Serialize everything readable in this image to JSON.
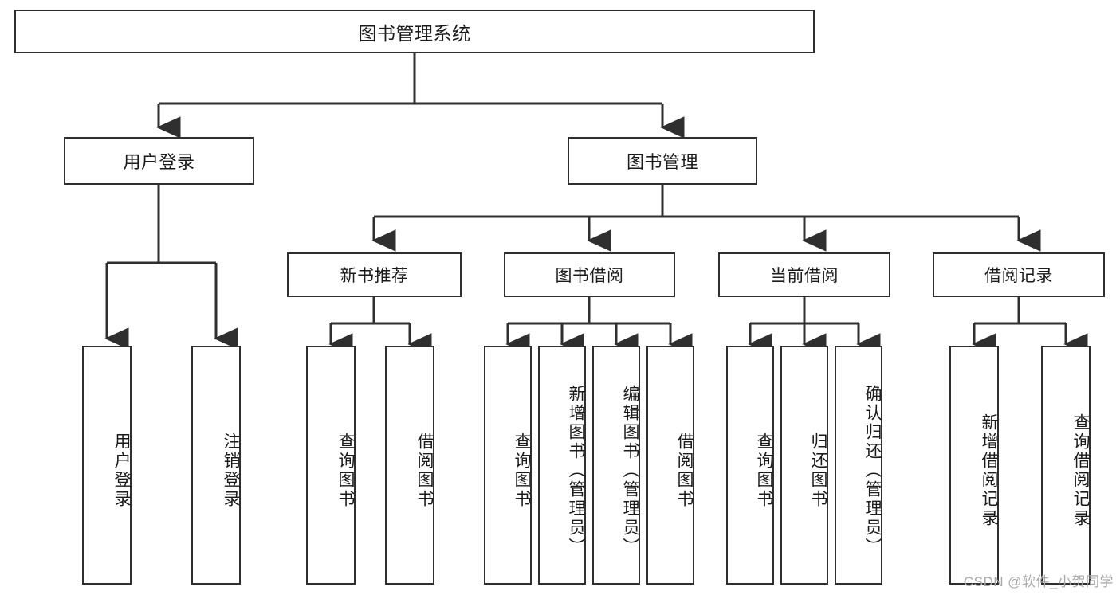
{
  "diagram": {
    "title": "图书管理系统",
    "type": "tree-hierarchy-chart",
    "root": {
      "label": "图书管理系统"
    },
    "level2": [
      {
        "label": "用户登录"
      },
      {
        "label": "图书管理"
      }
    ],
    "level3": [
      {
        "label": "新书推荐"
      },
      {
        "label": "图书借阅"
      },
      {
        "label": "当前借阅"
      },
      {
        "label": "借阅记录"
      }
    ],
    "leaves": [
      {
        "label": "用户登录"
      },
      {
        "label": "注销登录"
      },
      {
        "label": "查询图书"
      },
      {
        "label": "借阅图书"
      },
      {
        "label": "查询图书"
      },
      {
        "label": "新增图书（管理员）"
      },
      {
        "label": "编辑图书（管理员）"
      },
      {
        "label": "借阅图书"
      },
      {
        "label": "查询图书"
      },
      {
        "label": "归还图书"
      },
      {
        "label": "确认归还（管理员）"
      },
      {
        "label": "新增借阅记录"
      },
      {
        "label": "查询借阅记录"
      }
    ]
  },
  "watermark": {
    "text": "CSDN @软件_小贺同学"
  },
  "colors": {
    "stroke": "#2f2f2f",
    "text": "#1b1b1b",
    "background": "#ffffff",
    "watermark": "#a8a8a8"
  }
}
